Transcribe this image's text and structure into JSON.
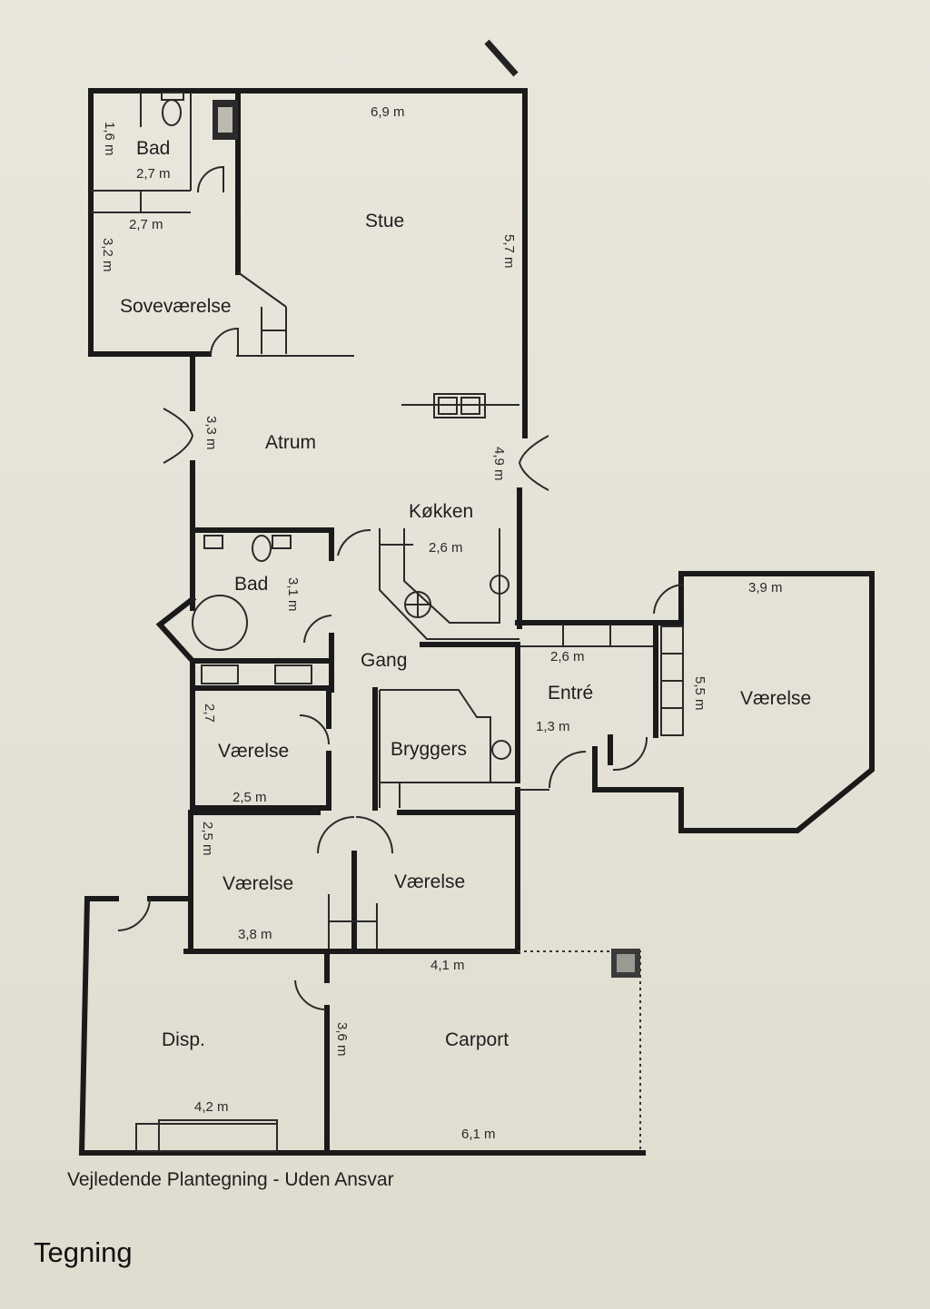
{
  "rooms": {
    "bad_top": "Bad",
    "stue": "Stue",
    "sovevaerelse": "Soveværelse",
    "atrium": "Atrum",
    "kokken": "Køkken",
    "bad_mid": "Bad",
    "gang": "Gang",
    "entre": "Entré",
    "vaerelse_right": "Værelse",
    "vaerelse_1": "Værelse",
    "bryggers": "Bryggers",
    "vaerelse_2": "Værelse",
    "vaerelse_3": "Værelse",
    "disp": "Disp.",
    "carport": "Carport"
  },
  "dims": {
    "stue_w": "6,9 m",
    "stue_h": "5,7 m",
    "bad_top_h": "1,6 m",
    "bad_top_w": "2,7 m",
    "sove_w": "2,7 m",
    "sove_h": "3,2 m",
    "atrium_h": "3,3 m",
    "kokken_h": "4,9 m",
    "kokken_w": "2,6 m",
    "bad_mid_h": "3,1 m",
    "entre_w1": "2,6 m",
    "entre_w2": "1,3 m",
    "vaer_right_w": "3,9 m",
    "vaer_right_h": "5,5 m",
    "vaer1_h": "2,7",
    "vaer1_w": "2,5 m",
    "vaer2_h": "2,5 m",
    "vaer2_w": "3,8 m",
    "carport_top": "4,1 m",
    "carport_h": "3,6 m",
    "disp_w": "4,2 m",
    "carport_bottom": "6,1 m"
  },
  "caption": "Vejledende Plantegning - Uden Ansvar",
  "label": "Tegning"
}
